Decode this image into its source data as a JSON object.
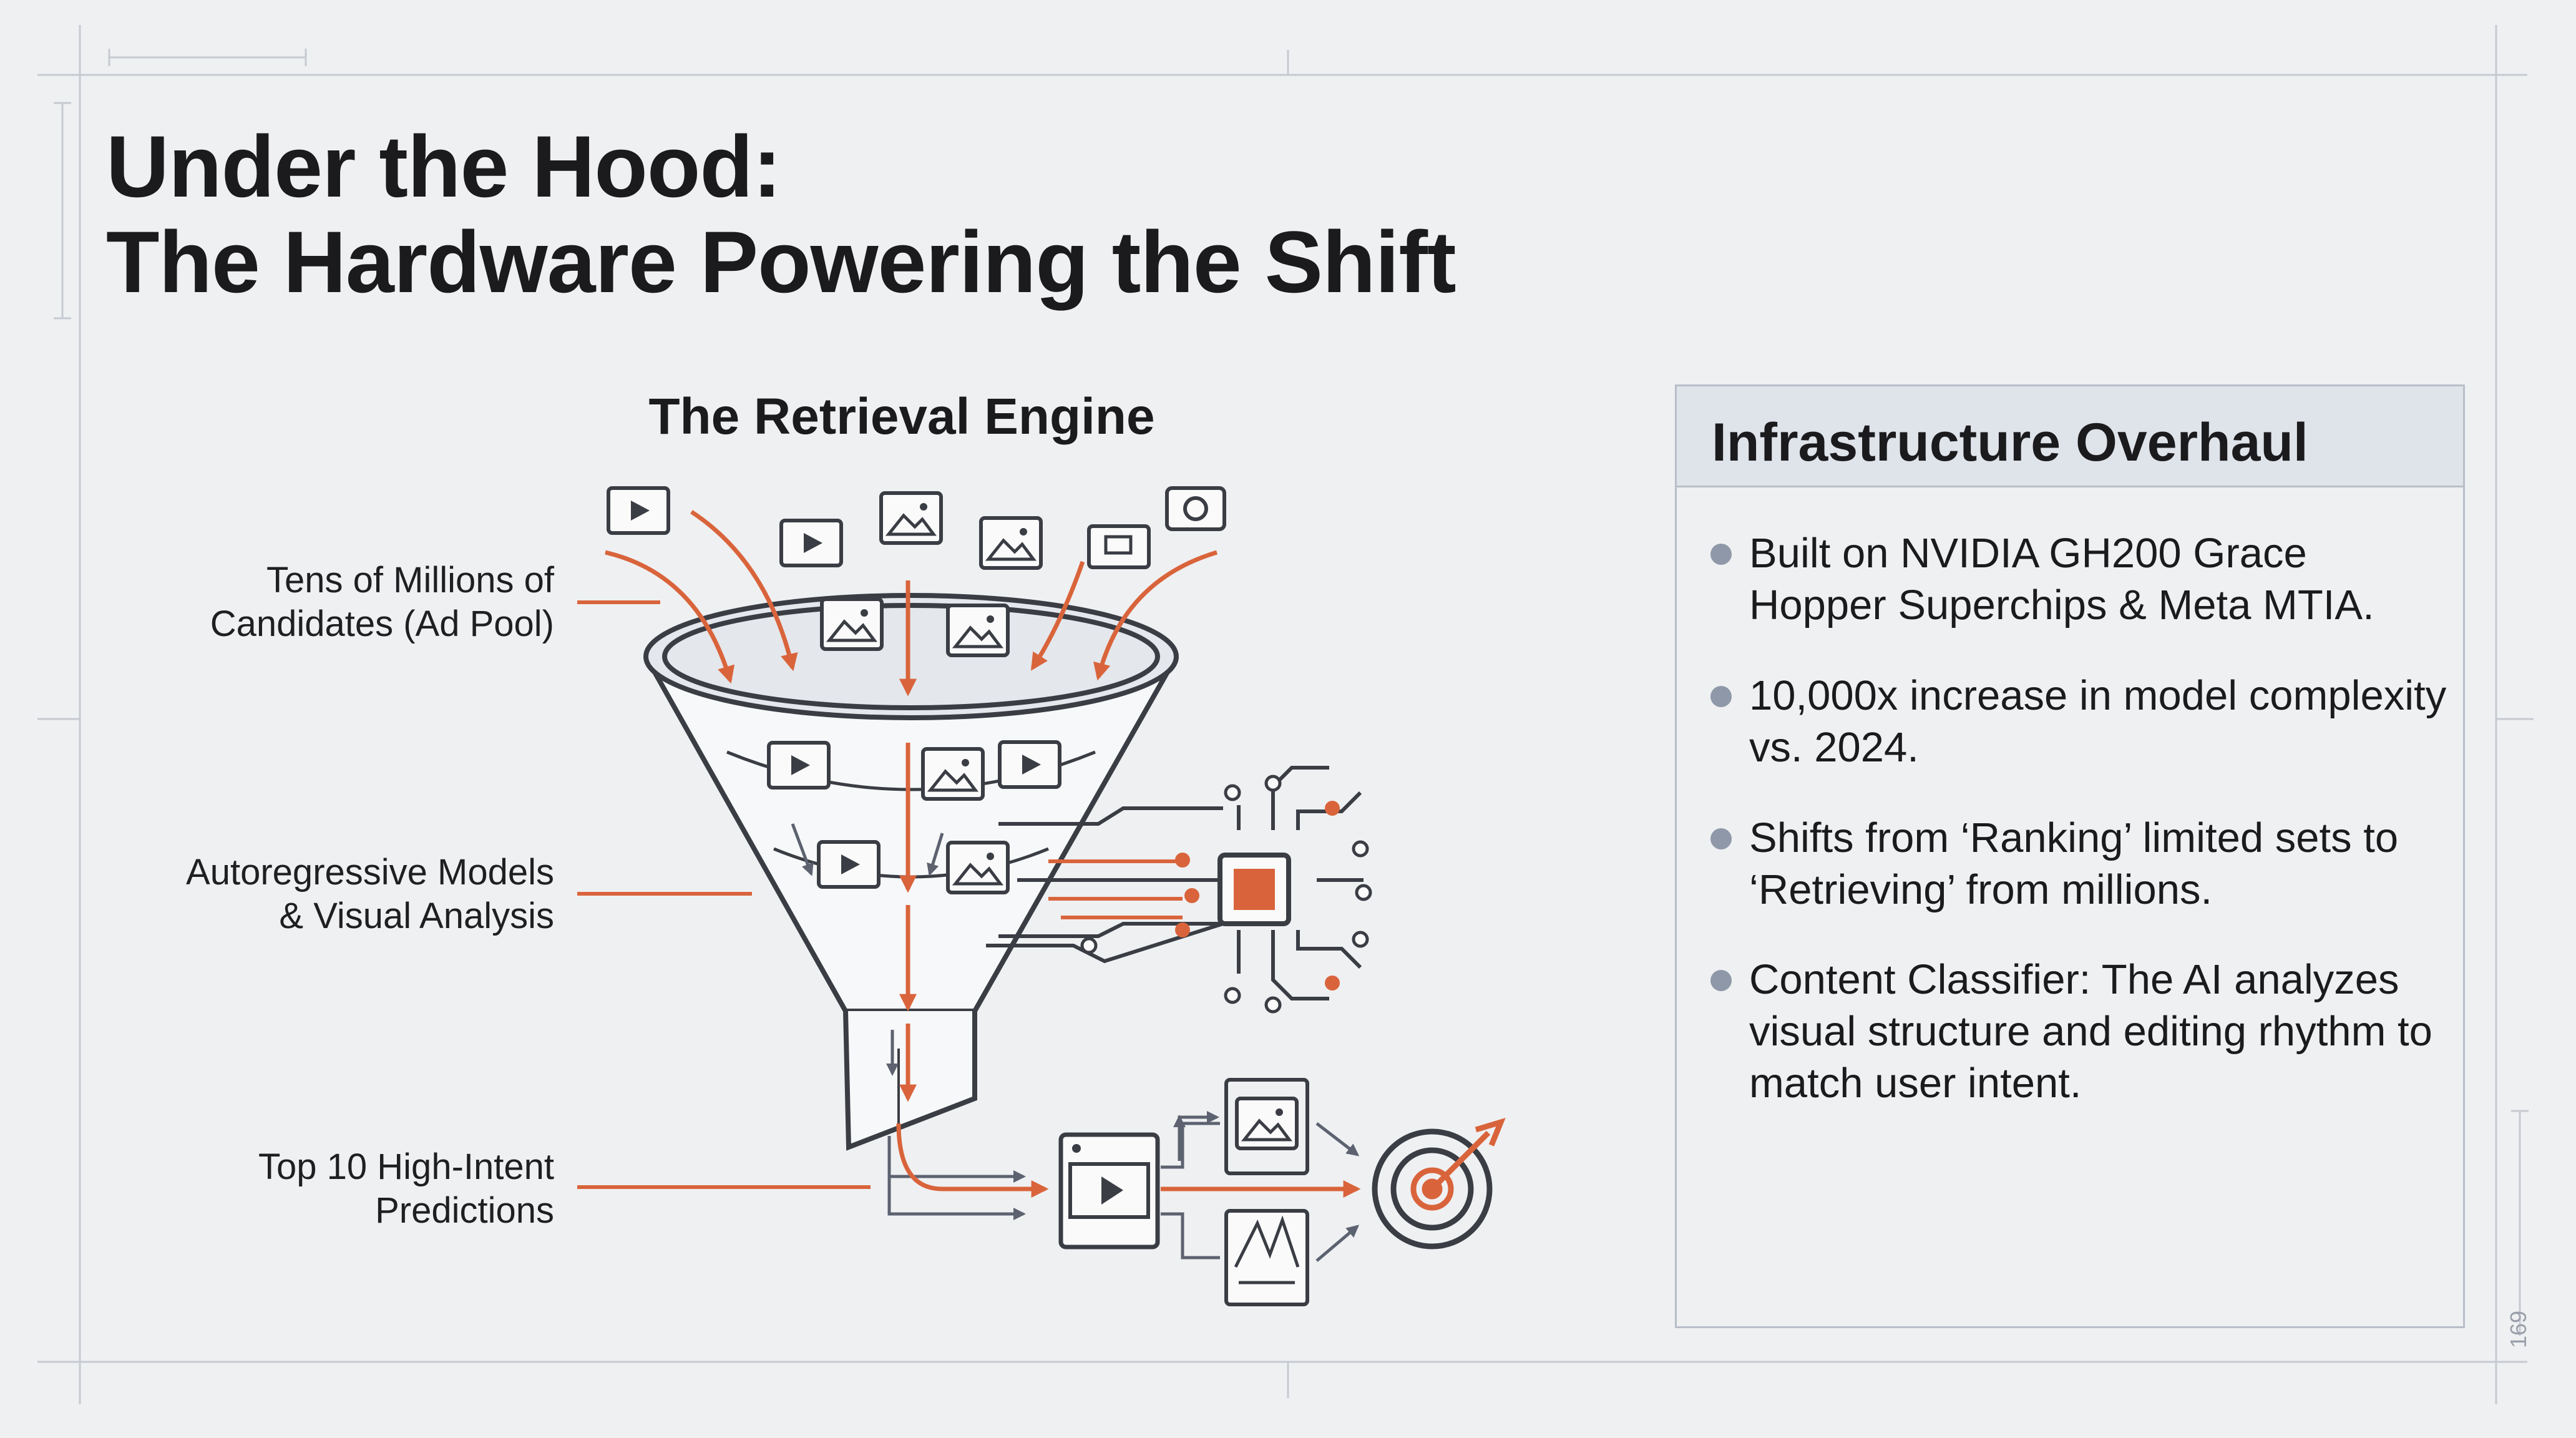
{
  "title": {
    "line1": "Under the Hood:",
    "line2": "The Hardware Powering the Shift"
  },
  "diagram": {
    "heading": "The Retrieval Engine",
    "stages": [
      {
        "line1": "Tens of Millions of",
        "line2": "Candidates (Ad Pool)"
      },
      {
        "line1": "Autoregressive Models",
        "line2": "& Visual Analysis"
      },
      {
        "line1": "Top 10 High-Intent",
        "line2": "Predictions"
      }
    ]
  },
  "panel": {
    "title": "Infrastructure Overhaul",
    "items": [
      "Built on NVIDIA GH200 Grace Hopper Superchips & Meta MTIA.",
      "10,000x increase in model complexity vs. 2024.",
      "Shifts from ‘Ranking’ limited sets to ‘Retrieving’ from millions.",
      "Content Classifier: The AI analyzes visual structure and editing rhythm to match user intent."
    ]
  },
  "footer": {
    "page_number": "169"
  },
  "colors": {
    "background": "#eff0f2",
    "accent": "#d9643b",
    "line": "#3a3d44",
    "panel_header": "#dfe3ea",
    "bullet": "#8e98a8"
  },
  "icons": [
    "video-icon",
    "image-icon",
    "camera-icon",
    "funnel-icon",
    "chip-icon",
    "target-icon"
  ]
}
